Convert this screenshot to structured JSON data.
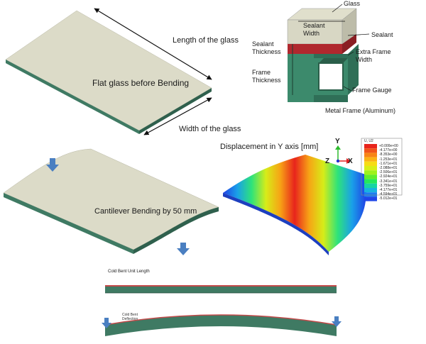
{
  "top_left": {
    "length_label": "Length of the glass",
    "flat_label": "Flat glass before Bending",
    "width_label": "Width of the glass"
  },
  "frame_detail": {
    "glass": "Glass",
    "sealant_width": "Sealant\nWidth",
    "sealant": "Sealant",
    "sealant_thickness": "Sealant\nThickness",
    "extra_frame_width": "Extra Frame\nWidth",
    "frame_thickness": "Frame\nThickness",
    "frame_gauge": "Frame Gauge",
    "metal_frame": "Metal Frame (Aluminum)"
  },
  "middle": {
    "cantilever_label": "Cantilever Bending by 50 mm",
    "displacement_title": "Displacement in Y axis [mm]",
    "axes": {
      "y": "Y",
      "z": "Z",
      "x": "X"
    }
  },
  "legend": {
    "title": "U, U2",
    "values": [
      "+0.000e+00",
      "-4.177e+00",
      "-8.353e+00",
      "-1.253e+01",
      "-1.671e+01",
      "-2.088e+01",
      "-2.506e+01",
      "-2.924e+01",
      "-3.341e+01",
      "-3.759e+01",
      "-4.177e+01",
      "-4.594e+01",
      "-5.012e+01"
    ],
    "colors": [
      "#e8241c",
      "#f0531a",
      "#f88416",
      "#fbb214",
      "#f7dc15",
      "#d8ef16",
      "#9ef21a",
      "#5fee2b",
      "#26e85a",
      "#17d5a3",
      "#18b3df",
      "#1a7ef0",
      "#1f46e8"
    ]
  },
  "bottom": {
    "unit_length_label": "Cold Bent Unit Length",
    "deflection_label": "Cold Bent\nDeflection"
  },
  "colors": {
    "glass_top": "#dcdbc8",
    "glass_edge": "#3f7a63",
    "frame_green": "#3c8a6c",
    "sealant_red": "#b0282e",
    "arrow_blue": "#4a7fc1"
  }
}
